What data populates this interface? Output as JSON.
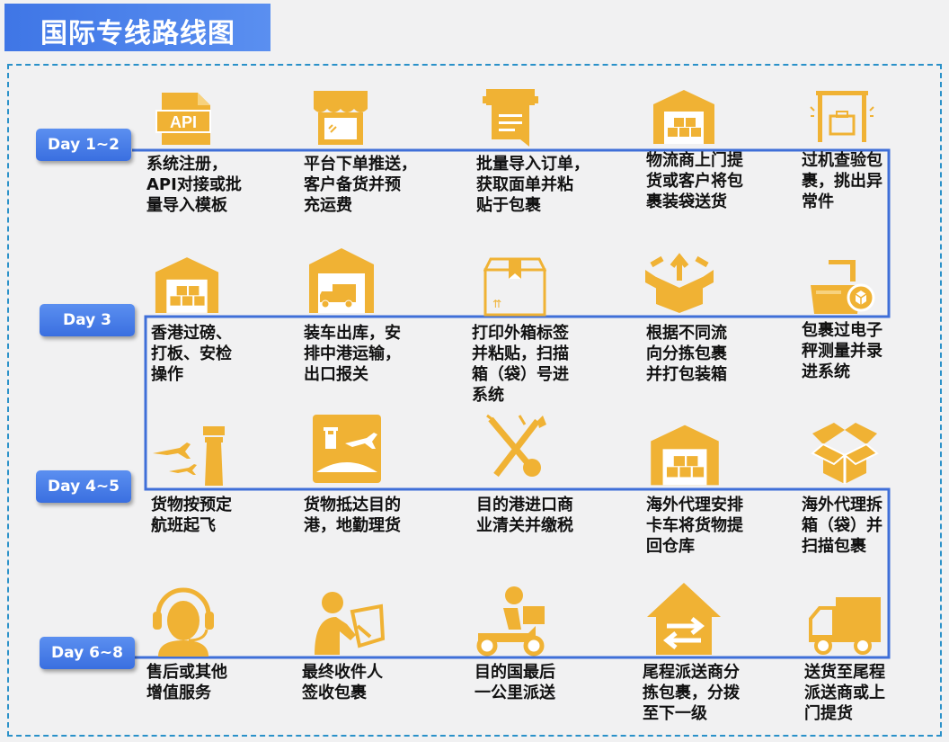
{
  "title": "国际专线路线图",
  "days": [
    "Day 1~2",
    "Day 3",
    "Day 4~5",
    "Day 6~8"
  ],
  "rows": [
    {
      "steps": [
        {
          "icon": "api-file-icon",
          "text": "系统注册，\nAPI对接或批\n量导入模板"
        },
        {
          "icon": "storefront-icon",
          "text": "平台下单推送，\n客户备货并预\n充运费"
        },
        {
          "icon": "printer-document-icon",
          "text": "批量导入订单，\n获取面单并粘\n贴于包裹"
        },
        {
          "icon": "warehouse-icon",
          "text": "物流商上门提\n货或客户将包\n裹装袋送货"
        },
        {
          "icon": "xray-scanner-icon",
          "text": "过机查验包\n裹，挑出异\n常件"
        }
      ]
    },
    {
      "steps": [
        {
          "icon": "warehouse-icon",
          "text": "香港过磅、\n打板、安检\n操作"
        },
        {
          "icon": "truck-garage-icon",
          "text": "装车出库，安\n排中港运输，\n出口报关"
        },
        {
          "icon": "label-box-icon",
          "text": "打印外箱标签\n并粘贴，扫描\n箱（袋）号进\n系统"
        },
        {
          "icon": "sort-box-icon",
          "text": "根据不同流\n向分拣包裹\n并打包装箱"
        },
        {
          "icon": "scale-icon",
          "text": "包裹过电子\n秤测量并录\n进系统"
        }
      ]
    },
    {
      "steps": [
        {
          "icon": "airport-tower-icon",
          "text": "货物按预定\n航班起飞"
        },
        {
          "icon": "airport-arrival-icon",
          "text": "货物抵达目的\n港，地勤理货"
        },
        {
          "icon": "customs-emblem-icon",
          "text": "目的港进口商\n业清关并缴税"
        },
        {
          "icon": "warehouse-icon",
          "text": "海外代理安排\n卡车将货物提\n回仓库"
        },
        {
          "icon": "open-box-icon",
          "text": "海外代理拆\n箱（袋）并\n扫描包裹"
        }
      ]
    },
    {
      "steps": [
        {
          "icon": "headset-agent-icon",
          "text": "售后或其他\n增值服务"
        },
        {
          "icon": "signing-person-icon",
          "text": "最终收件人\n签收包裹"
        },
        {
          "icon": "delivery-scooter-icon",
          "text": "目的国最后\n一公里派送"
        },
        {
          "icon": "house-exchange-icon",
          "text": "尾程派送商分\n拣包裹，分拨\n至下一级"
        },
        {
          "icon": "delivery-truck-icon",
          "text": "送货至尾程\n派送商或上\n门提货"
        }
      ]
    }
  ],
  "colors": {
    "accent": "#f0b234",
    "line": "#3f6fd8",
    "title_bg": "#4a80ea"
  }
}
